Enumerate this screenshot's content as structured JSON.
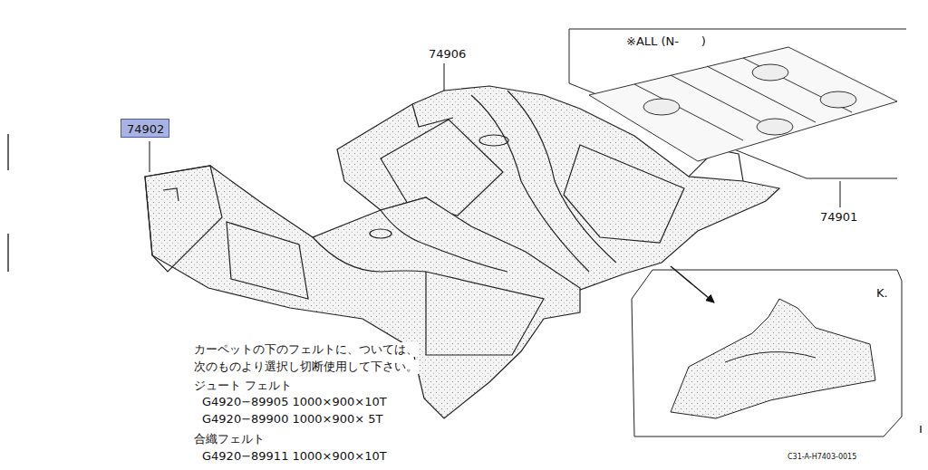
{
  "diagram": {
    "nodes": [
      {
        "text": [
          "74902"
        ]
      }
    ],
    "labels": [
      "74906",
      "※ALL (N-      )",
      "74901",
      "カーペットの下のフェルトに、ついては、",
      "次のものより選択し切断使用して下さい。",
      "ジュート フェルト",
      "G4920−89905 1000×900×10T",
      "G4920−89900 1000×900× 5T",
      "合織フェルト",
      "G4920−89911 1000×900×10T",
      "K.",
      "C31-A-H7403-0015"
    ]
  }
}
